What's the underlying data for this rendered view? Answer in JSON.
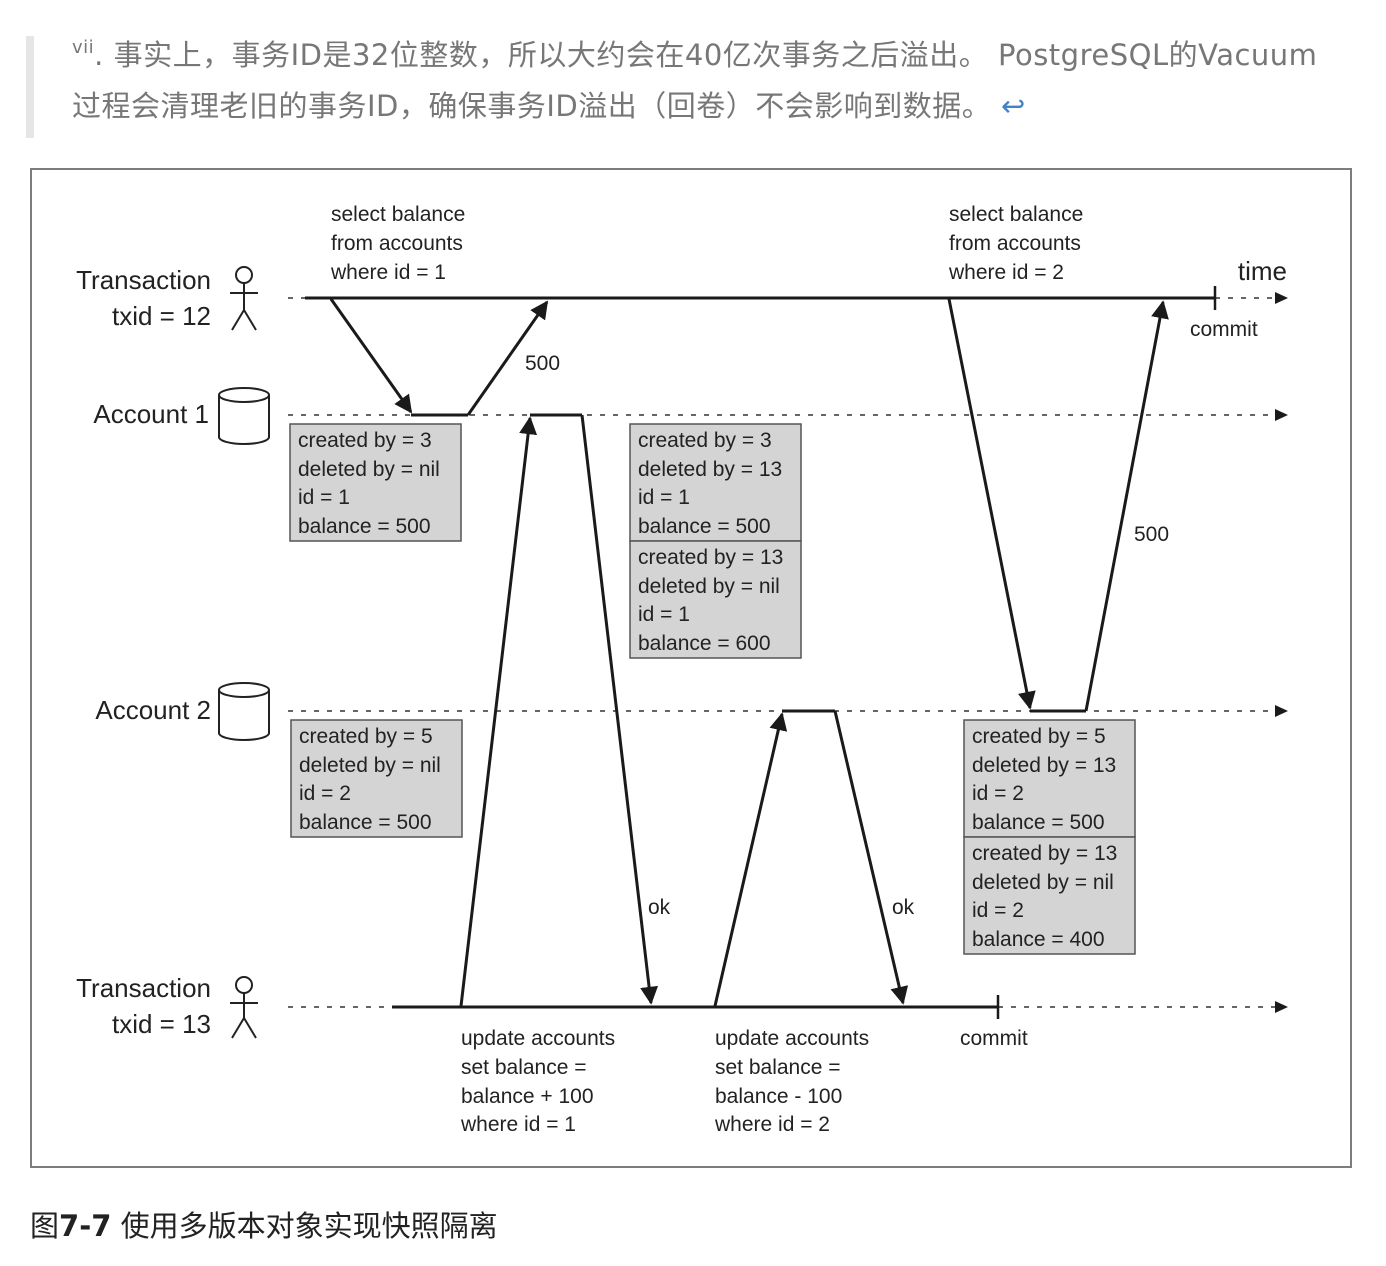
{
  "footnote": {
    "marker": "vii",
    "text": ". 事实上，事务ID是32位整数，所以大约会在40亿次事务之后溢出。 PostgreSQL的Vacuum过程会清理老旧的事务ID，确保事务ID溢出（回卷）不会影响到数据。",
    "backref": "↩"
  },
  "diagram": {
    "lanes": {
      "tx12_line1": "Transaction",
      "tx12_line2": "txid = 12",
      "account1": "Account 1",
      "account2": "Account 2",
      "tx13_line1": "Transaction",
      "tx13_line2": "txid = 13"
    },
    "time_label": "time",
    "commit_label": "commit",
    "queries": {
      "q1": [
        "select balance",
        "from accounts",
        "where id = 1"
      ],
      "q2": [
        "select balance",
        "from accounts",
        "where id = 2"
      ],
      "u1": [
        "update accounts",
        "set balance =",
        "balance + 100",
        "where id = 1"
      ],
      "u2": [
        "update accounts",
        "set balance =",
        "balance - 100",
        "where id = 2"
      ]
    },
    "responses": {
      "r500a": "500",
      "r500b": "500",
      "ok1": "ok",
      "ok2": "ok"
    },
    "rows": {
      "a1_left": [
        "created by = 3",
        "deleted by = nil",
        "id = 1",
        "balance = 500"
      ],
      "a1_mid_old": [
        "created by = 3",
        "deleted by = 13",
        "id = 1",
        "balance = 500"
      ],
      "a1_mid_new": [
        "created by = 13",
        "deleted by = nil",
        "id = 1",
        "balance = 600"
      ],
      "a2_left": [
        "created by = 5",
        "deleted by = nil",
        "id = 2",
        "balance = 500"
      ],
      "a2_right_old": [
        "created by = 5",
        "deleted by = 13",
        "id = 2",
        "balance = 500"
      ],
      "a2_right_new": [
        "created by = 13",
        "deleted by = nil",
        "id = 2",
        "balance = 400"
      ]
    }
  },
  "caption": {
    "prefix": "图",
    "number": "7-7",
    "title": " 使用多版本对象实现快照隔离"
  }
}
